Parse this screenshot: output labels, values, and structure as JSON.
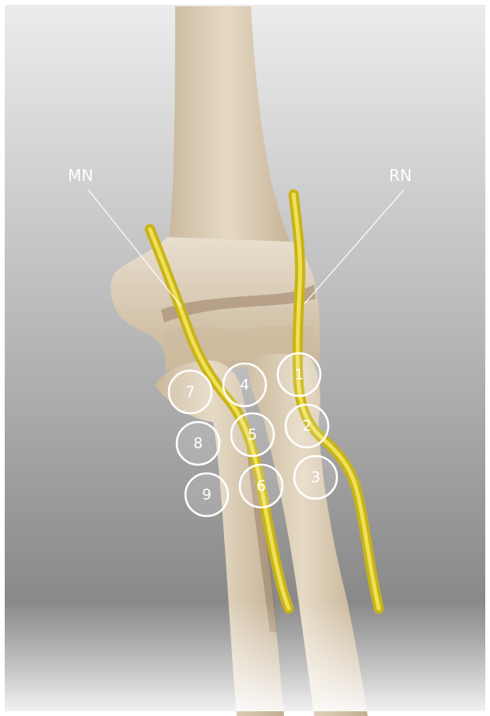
{
  "labels": {
    "median_nerve": "MN",
    "radial_nerve": "RN"
  },
  "zones": [
    {
      "id": "zone-1",
      "label": "1"
    },
    {
      "id": "zone-2",
      "label": "2"
    },
    {
      "id": "zone-3",
      "label": "3"
    },
    {
      "id": "zone-4",
      "label": "4"
    },
    {
      "id": "zone-5",
      "label": "5"
    },
    {
      "id": "zone-6",
      "label": "6"
    },
    {
      "id": "zone-7",
      "label": "7"
    },
    {
      "id": "zone-8",
      "label": "8"
    },
    {
      "id": "zone-9",
      "label": "9"
    }
  ],
  "colors": {
    "nerve": "#d8c21c",
    "bone": "#d9ccb4",
    "bone_shadow": "#a99277",
    "background_top": "#e4e4e4",
    "background_bottom": "#7b7b7b",
    "annotation": "#ffffff"
  }
}
